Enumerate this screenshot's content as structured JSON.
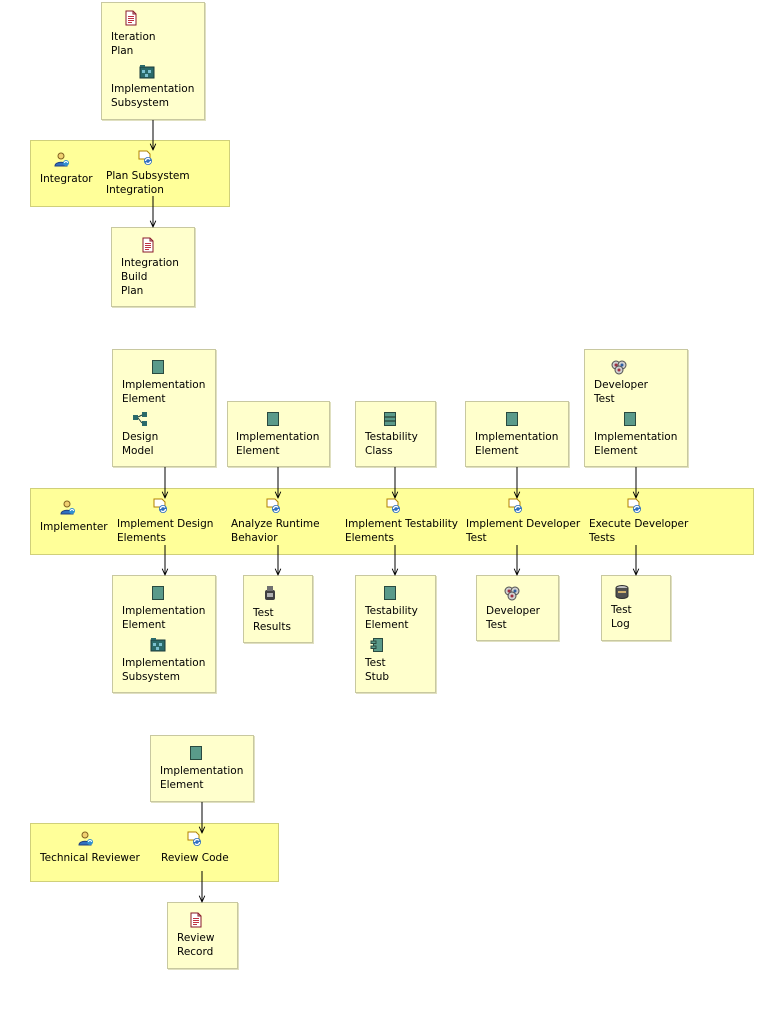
{
  "colors": {
    "box_fill": "#ffffcc",
    "band_fill": "#ffff99",
    "artifact_green": "#5a9a8a",
    "arrow": "#000000"
  },
  "diagram1": {
    "inputs": {
      "iteration_plan": {
        "label": "Iteration\nPlan",
        "icon": "document-icon"
      },
      "implementation_subsystem": {
        "label": "Implementation\nSubsystem",
        "icon": "subsystem-icon"
      }
    },
    "role": {
      "label": "Integrator",
      "icon": "role-icon"
    },
    "task": {
      "label": "Plan Subsystem\nIntegration",
      "icon": "task-icon"
    },
    "outputs": {
      "integration_build_plan": {
        "label": "Integration\nBuild\nPlan",
        "icon": "document-icon"
      }
    }
  },
  "diagram2": {
    "role": {
      "label": "Implementer",
      "icon": "role-icon"
    },
    "inputs": {
      "implementation_element_a": {
        "label": "Implementation\nElement"
      },
      "design_model": {
        "label": "Design\nModel"
      },
      "implementation_element_b": {
        "label": "Implementation\nElement"
      },
      "testability_class": {
        "label": "Testability\nClass"
      },
      "implementation_element_c": {
        "label": "Implementation\nElement"
      },
      "developer_test": {
        "label": "Developer\nTest"
      },
      "implementation_element_d": {
        "label": "Implementation\nElement"
      }
    },
    "tasks": {
      "implement_design_elements": {
        "label": "Implement Design\nElements"
      },
      "analyze_runtime_behavior": {
        "label": "Analyze Runtime\nBehavior"
      },
      "implement_testability_elements": {
        "label": "Implement Testability\nElements"
      },
      "implement_developer_test": {
        "label": "Implement Developer\nTest"
      },
      "execute_developer_tests": {
        "label": "Execute Developer\nTests"
      }
    },
    "outputs": {
      "implementation_element": {
        "label": "Implementation\nElement"
      },
      "implementation_subsystem": {
        "label": "Implementation\nSubsystem"
      },
      "test_results": {
        "label": "Test\nResults"
      },
      "testability_element": {
        "label": "Testability\nElement"
      },
      "test_stub": {
        "label": "Test\nStub"
      },
      "developer_test": {
        "label": "Developer\nTest"
      },
      "test_log": {
        "label": "Test\nLog"
      }
    }
  },
  "diagram3": {
    "inputs": {
      "implementation_element": {
        "label": "Implementation\nElement"
      }
    },
    "role": {
      "label": "Technical Reviewer",
      "icon": "role-icon"
    },
    "task": {
      "label": "Review Code",
      "icon": "task-icon"
    },
    "outputs": {
      "review_record": {
        "label": "Review\nRecord",
        "icon": "document-icon"
      }
    }
  }
}
